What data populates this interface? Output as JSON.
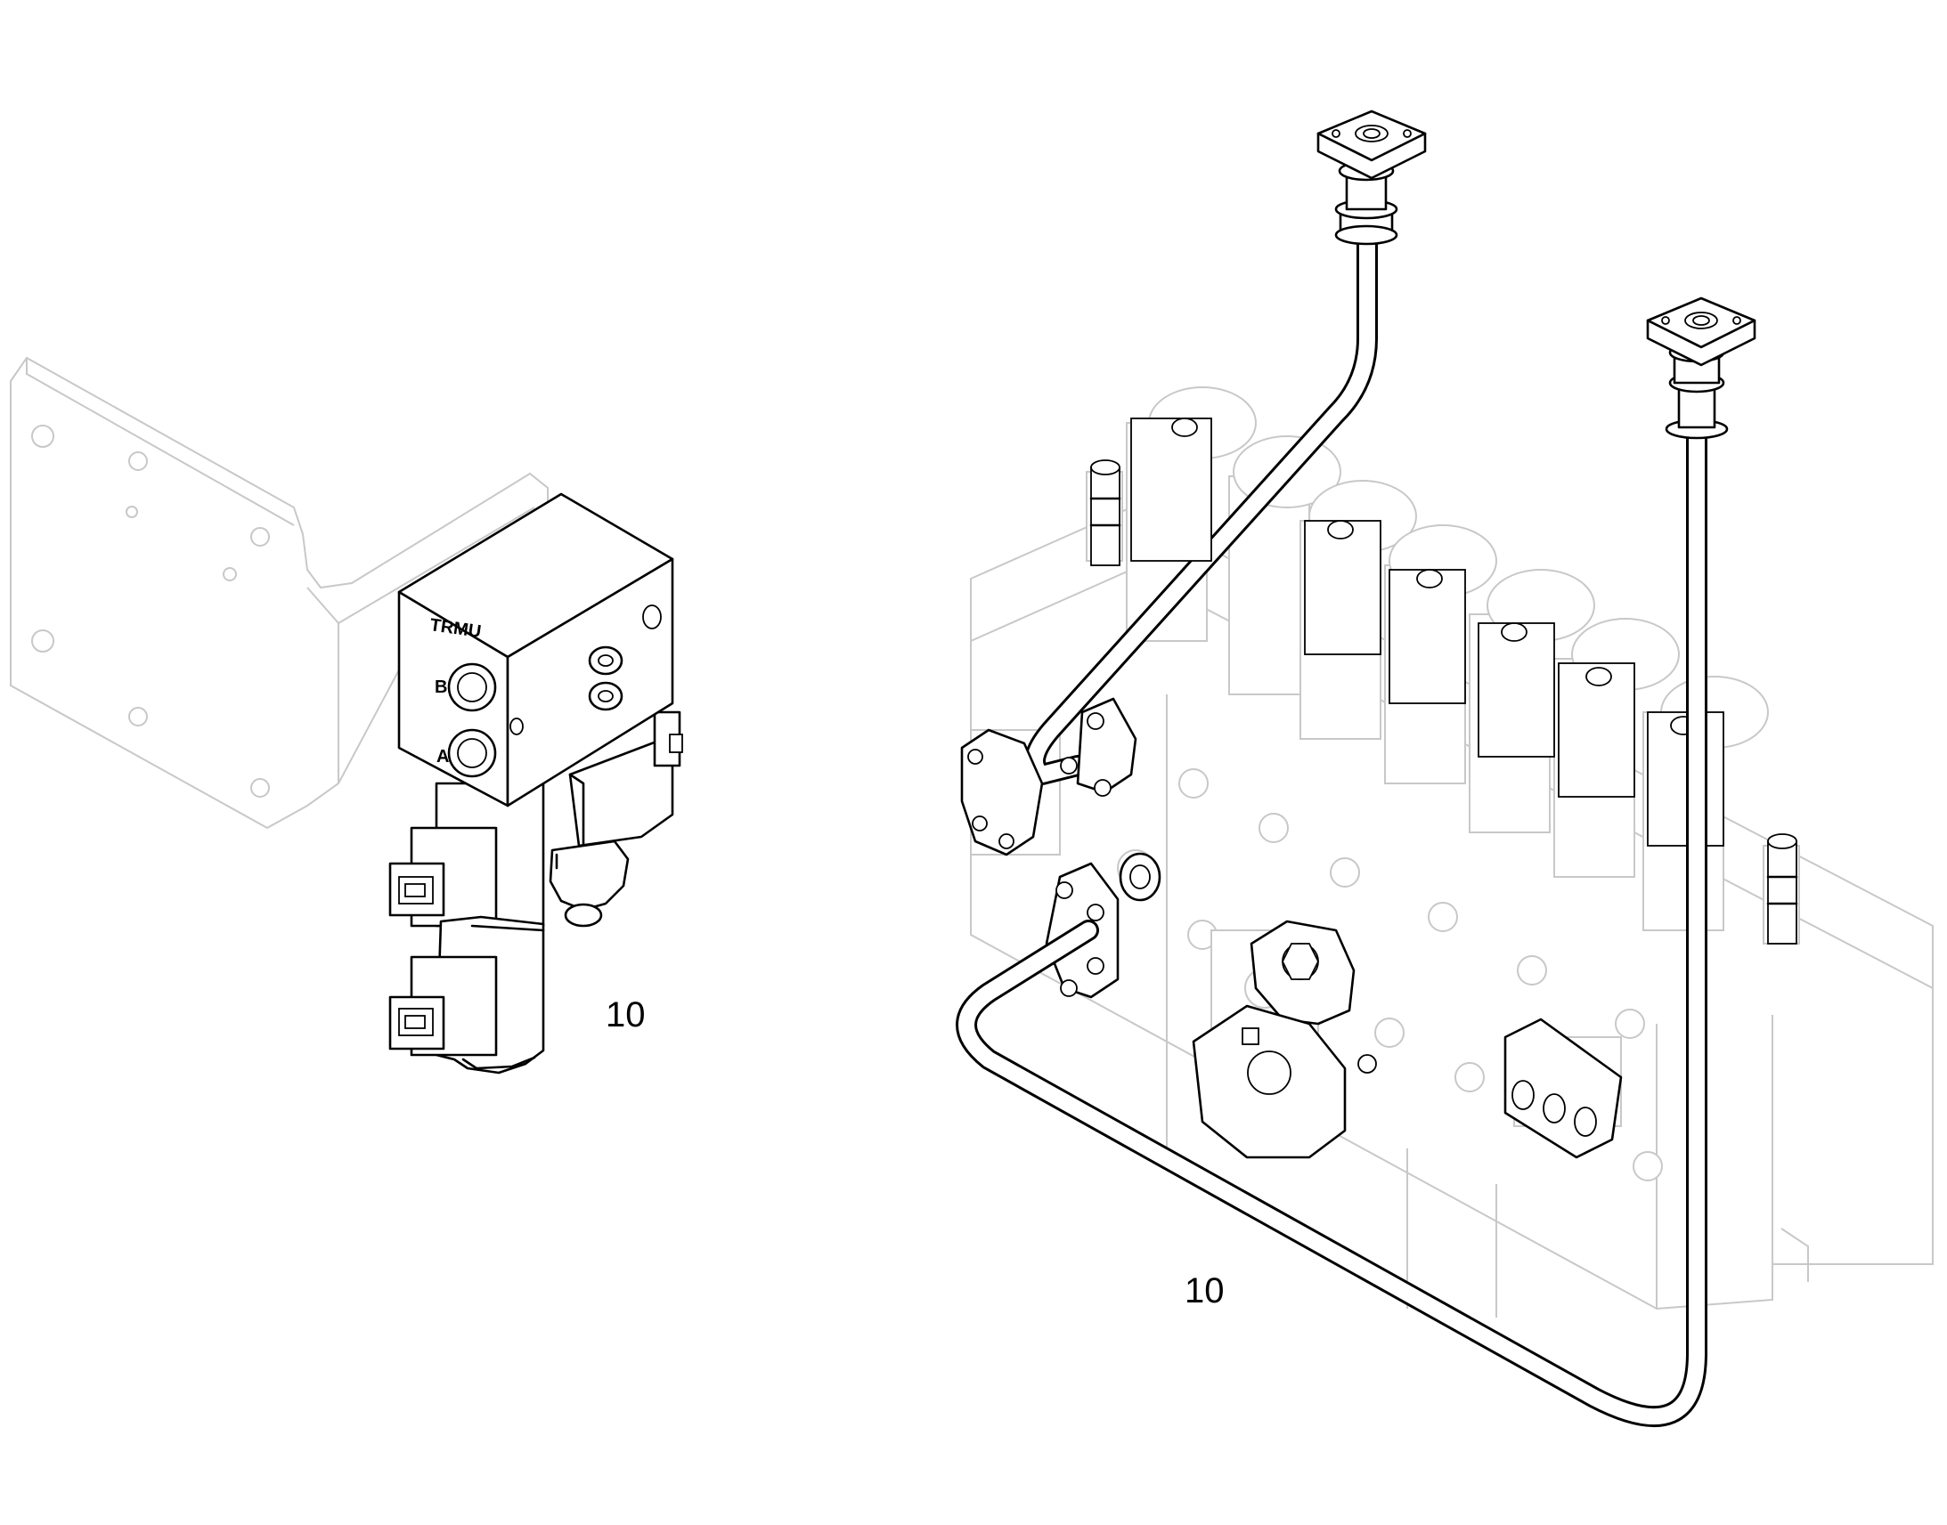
{
  "callouts": {
    "left_valve": "10",
    "right_pipes": "10"
  },
  "valve_block_marks": {
    "top_text": "TRMU",
    "port_b": "B",
    "port_a": "A"
  },
  "colors": {
    "part_line": "#000000",
    "ghost_line": "#c8c8c8",
    "background": "#ffffff"
  }
}
